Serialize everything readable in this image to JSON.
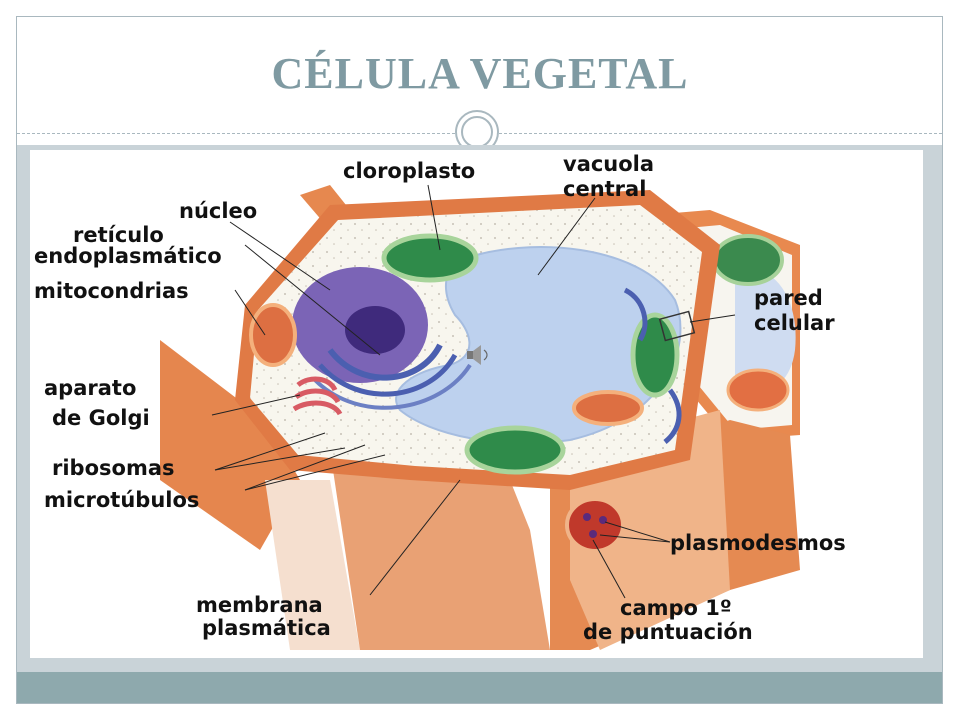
{
  "slide": {
    "title": "CÉLULA VEGETAL"
  },
  "labels": {
    "cloroplasto": "cloroplasto",
    "vacuola_1": "vacuola",
    "vacuola_2": "central",
    "nucleo": "núcleo",
    "reticulo_1": "retículo",
    "reticulo_2": "endoplasmático",
    "mitocondrias": "mitocondrias",
    "pared_1": "pared",
    "pared_2": "celular",
    "golgi_1": "aparato",
    "golgi_2": "de Golgi",
    "ribosomas": "ribosomas",
    "microtubulos": "microtúbulos",
    "plasmodesmos": "plasmodesmos",
    "membrana_1": "membrana",
    "membrana_2": "plasmática",
    "campo_1": "campo 1º",
    "campo_2": "de puntuación"
  },
  "colors": {
    "title": "#7f9aa2",
    "wall": "#e3854f",
    "cytoplasm": "#f7f5ee",
    "vacuole": "#bcd1ee",
    "nucleus": "#7b64b6",
    "chloroplast": "#2f8b4a",
    "mitochondria": "#dd6f42"
  }
}
